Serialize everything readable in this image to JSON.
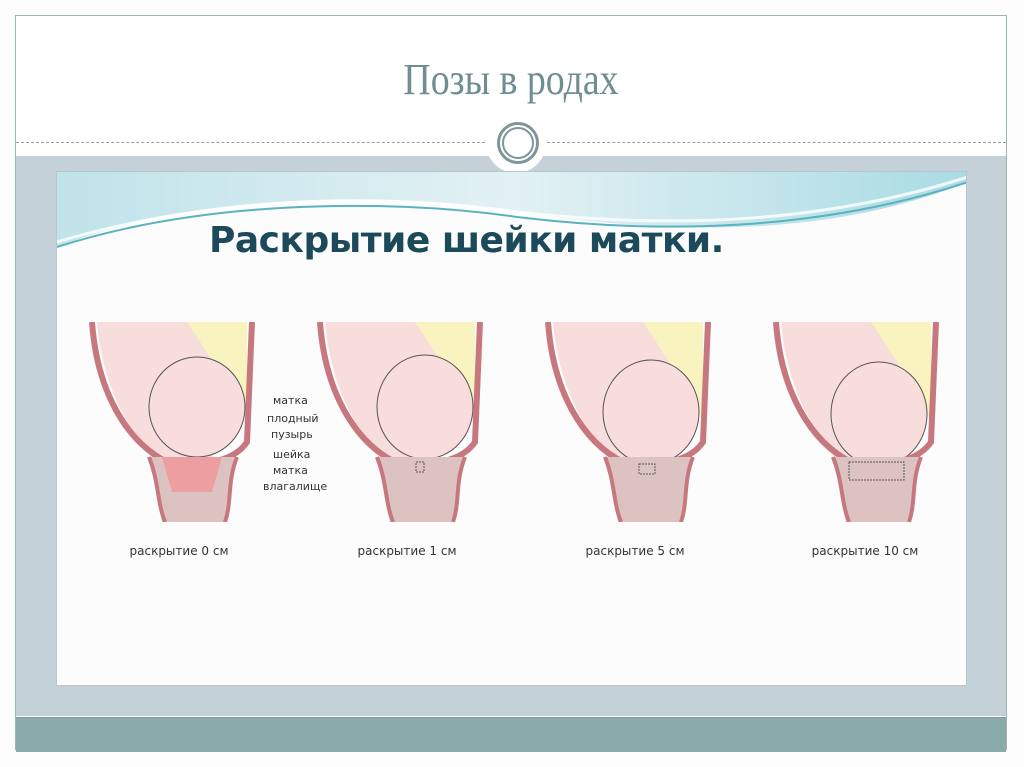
{
  "slide": {
    "title": "Позы в родах",
    "colors": {
      "title": "#6e8e8f",
      "body_band": "#c5d1d8",
      "footer_band": "#8aabac",
      "frame": "#9fb3b5"
    }
  },
  "figure": {
    "heading": "Раскрытие шейки матки.",
    "heading_color": "#1c4a5a",
    "labels": {
      "uterus": "матка",
      "amniotic_sac_line1": "плодный",
      "amniotic_sac_line2": "пузырь",
      "cervix_line1": "шейка",
      "cervix_line2": "матка",
      "vagina": "влагалище"
    },
    "stages": [
      {
        "caption": "раскрытие 0 см",
        "dilation_cm": 0
      },
      {
        "caption": "раскрытие 1 см",
        "dilation_cm": 1
      },
      {
        "caption": "раскрытие 5 см",
        "dilation_cm": 5
      },
      {
        "caption": "раскрытие 10 см",
        "dilation_cm": 10
      }
    ]
  }
}
